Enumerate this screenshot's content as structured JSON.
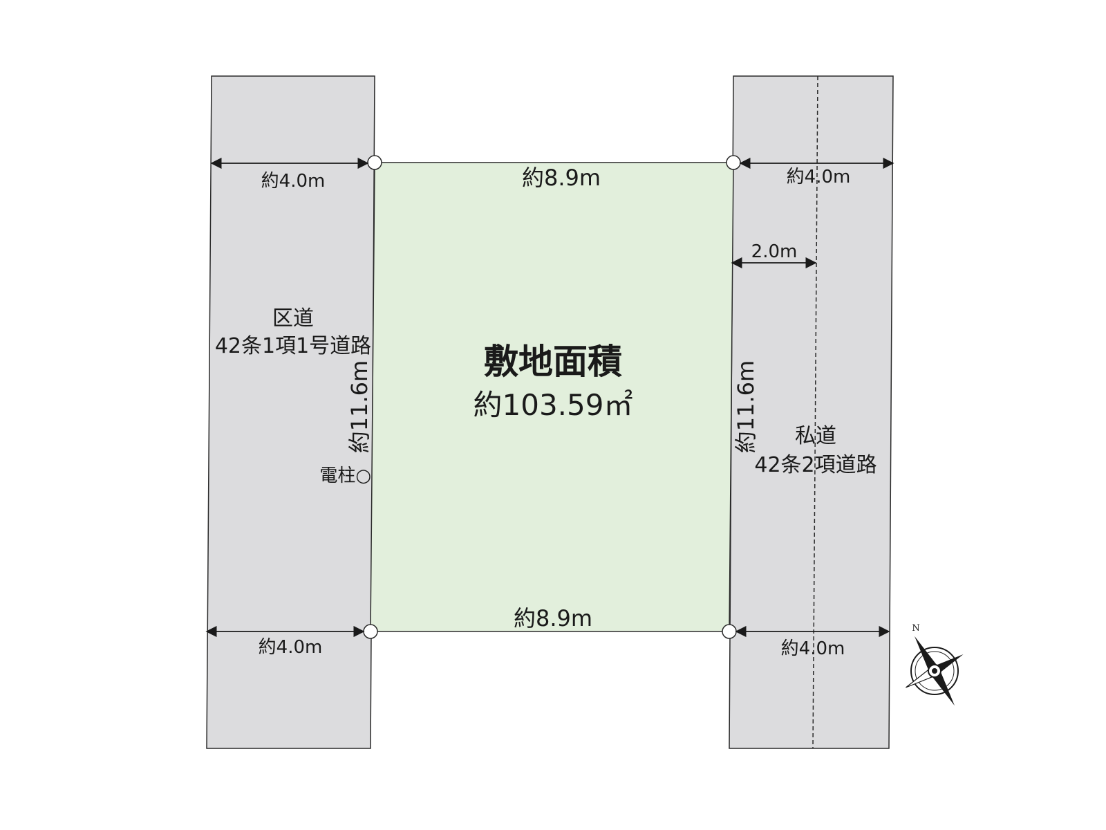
{
  "roads": {
    "left": {
      "line1": "区道",
      "line2": "42条1項1号道路"
    },
    "right": {
      "line1": "私道",
      "line2": "42条2項道路"
    }
  },
  "site": {
    "title": "敷地面積",
    "area": "約103.59㎡"
  },
  "dimensions": {
    "top_width": "約8.9m",
    "bottom_width": "約8.9m",
    "left_depth": "約11.6m",
    "right_depth": "約11.6m",
    "road_left_top": "約4.0m",
    "road_left_bottom": "約4.0m",
    "road_right_top": "約4.0m",
    "road_right_bottom": "約4.0m",
    "setback": "2.0m"
  },
  "pole_label": "電柱○",
  "compass_label": "N",
  "colors": {
    "road_fill": "#dcdcde",
    "site_fill": "#e2efdc",
    "line": "#2a2a2a"
  }
}
